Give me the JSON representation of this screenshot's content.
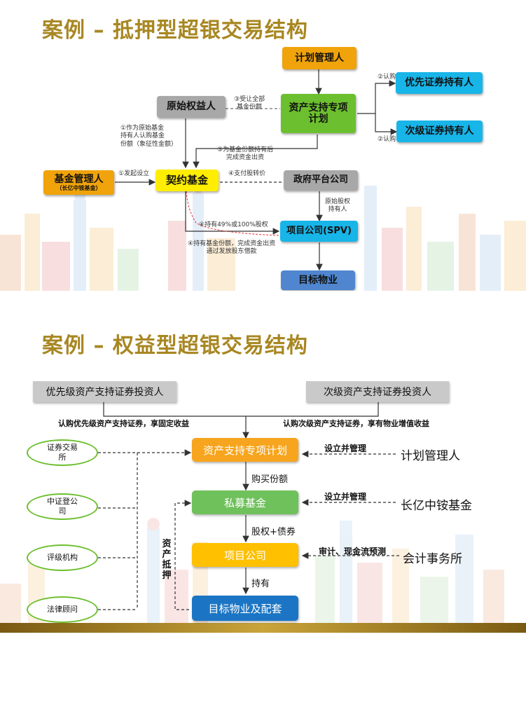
{
  "slide1": {
    "title": "案例 – 抵押型超银交易结构",
    "boxes": {
      "plan_manager": "计划管理人",
      "abs_plan": "资产支持专项计划",
      "senior_holder": "优先证券持有人",
      "junior_holder": "次级证券持有人",
      "original_beneficiary": "原始权益人",
      "fund_manager": "基金管理人",
      "fund_manager_sub": "（长亿中铵基金）",
      "contract_fund": "契约基金",
      "gov_platform": "政府平台公司",
      "spv": "项目公司(SPV)",
      "target_property": "目标物业"
    },
    "annotations": {
      "subscribe_senior": "②认购",
      "subscribe_junior": "②认购",
      "transfer_all": "③受让全部\n基金份额",
      "original_sub": "①作为原始基金\n持有人认购基金\n份额（象征性金额）",
      "fund_holder_pay": "③为基金份额持有后\n完成资金出资",
      "initiate": "①发起设立",
      "pay_equity": "④支付股转价",
      "original_equity": "原始股权\n持有人",
      "hold_equity": "④持有49%或100%股权",
      "hold_fund_loan": "④持有基金份额，完成资金出资\n通过发放股东借款"
    }
  },
  "slide2": {
    "title": "案例 – 权益型超银交易结构",
    "investors": {
      "senior": "优先级资产支持证券投资人",
      "junior": "次级资产支持证券投资人"
    },
    "subscribe_texts": {
      "senior": "认购优先级资产支持证券，享固定收益",
      "junior": "认购次级资产支持证券，享有物业增值收益"
    },
    "chain": {
      "abs_plan": "资产支持专项计划",
      "private_fund": "私募基金",
      "project_company": "项目公司",
      "target_property": "目标物业及配套"
    },
    "chain_labels": {
      "buy_shares": "购买份额",
      "equity_debt": "股权+债券",
      "hold": "持有"
    },
    "parties": {
      "stock_exchange": "证券交易\n所",
      "csdc": "中证登公\n司",
      "rating_agency": "评级机构",
      "legal_counsel": "法律顾问"
    },
    "right_links": {
      "set_manage_1": "设立并管理",
      "set_manage_2": "设立并管理",
      "audit": "审计、现金流预测"
    },
    "right_entities": {
      "plan_manager": "计划管理人",
      "fund": "长亿中铵基金",
      "accounting": "会计事务所"
    },
    "pledge": "资产抵押"
  },
  "colors": {
    "title_gold": "#a88722",
    "orange": "#f0a30a",
    "green": "#6cbf2e",
    "cyan": "#17b5e8",
    "blue": "#1b75c4"
  }
}
